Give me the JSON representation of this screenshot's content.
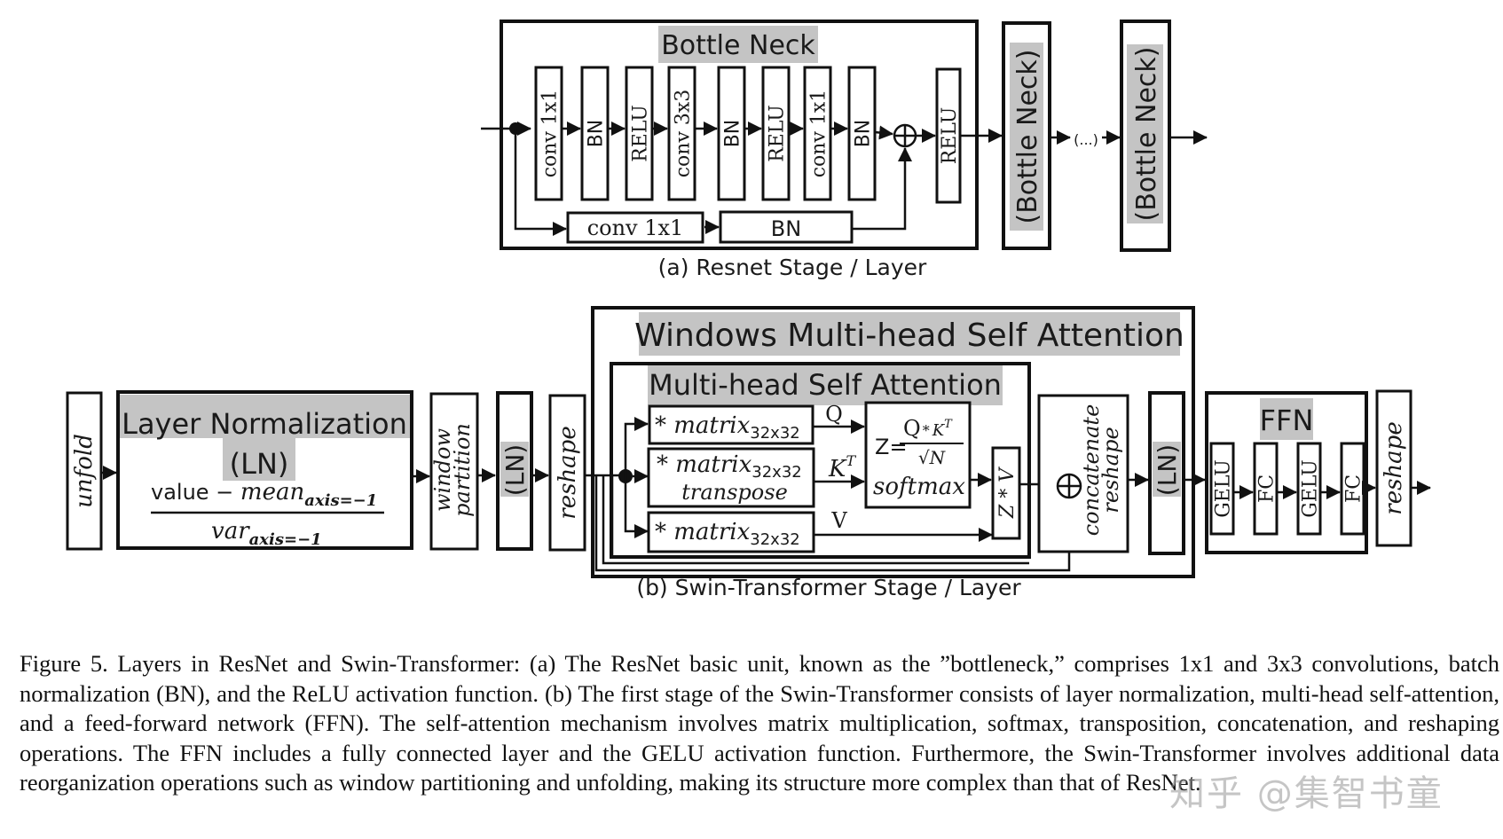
{
  "resnet": {
    "title": "Bottle Neck",
    "main_blocks": [
      "conv 1x1",
      "BN",
      "RELU",
      "conv 3x3",
      "BN",
      "RELU",
      "conv 1x1",
      "BN"
    ],
    "after_add": "RELU",
    "shortcut_blocks": [
      "conv 1x1",
      "BN"
    ],
    "repeat_block_1": "(Bottle Neck)",
    "ellipsis": "(...)",
    "repeat_block_2": "(Bottle Neck)",
    "caption": "(a) Resnet Stage / Layer"
  },
  "swin": {
    "unfold": "unfold",
    "layer_norm": {
      "title": "Layer Normalization",
      "abbr": "(LN)",
      "numerator_plain": "value − ",
      "numerator_italic": "mean",
      "numerator_sub": "axis=−1",
      "denominator_italic": "var",
      "denominator_sub": "axis=−1"
    },
    "window_partition": [
      "window",
      "partition"
    ],
    "ln_1": "(LN)",
    "reshape_1": "reshape",
    "wmsa_title": "Windows Multi-head Self Attention",
    "mhsa_title": "Multi-head Self Attention",
    "matrix_q": {
      "prefix": "* matrix",
      "sub": "32x32"
    },
    "matrix_k": {
      "prefix": "* matrix",
      "sub": "32x32",
      "line2": "transpose"
    },
    "matrix_v": {
      "prefix": "* matrix",
      "sub": "32x32"
    },
    "label_q": "Q",
    "label_k": "K",
    "label_k_sup": "T",
    "label_v": "V",
    "softmax": {
      "lhs": "Z=",
      "num": "Q",
      "num_op": "*",
      "num_k": "K",
      "num_sup": "T",
      "den": "√N",
      "func": "softmax"
    },
    "zv": "Z * V",
    "concat": [
      "concatenate",
      "reshape"
    ],
    "ln_2": "(LN)",
    "ffn_title": "FFN",
    "ffn_blocks": [
      "GELU",
      "FC",
      "GELU",
      "FC"
    ],
    "reshape_2": "reshape",
    "caption": "(b) Swin-Transformer Stage / Layer"
  },
  "figure_caption": "Figure 5.  Layers in ResNet and Swin-Transformer: (a) The ResNet basic unit, known as the ”bottleneck,” comprises 1x1 and 3x3 convolutions, batch normalization (BN), and the ReLU activation function. (b) The first stage of the Swin-Transformer consists of layer normalization, multi-head self-attention, and a feed-forward network (FFN). The self-attention mechanism involves matrix multiplication, softmax, transposition, concatenation, and reshaping operations. The FFN includes a fully connected layer and the GELU activation function. Furthermore, the Swin-Transformer involves additional data reorganization operations such as window partitioning and unfolding, making its structure more complex than that of ResNet.",
  "watermark": "知乎 @集智书童"
}
